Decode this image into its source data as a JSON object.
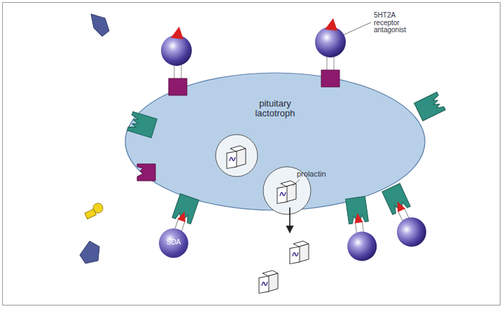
{
  "diagram": {
    "nodes": [
      {
        "text": [
          "pituitary lactotroph"
        ]
      },
      {
        "text": [
          "SDA"
        ]
      }
    ],
    "labels": [
      "5HT2A receptor antagonist",
      "prolactin"
    ]
  }
}
